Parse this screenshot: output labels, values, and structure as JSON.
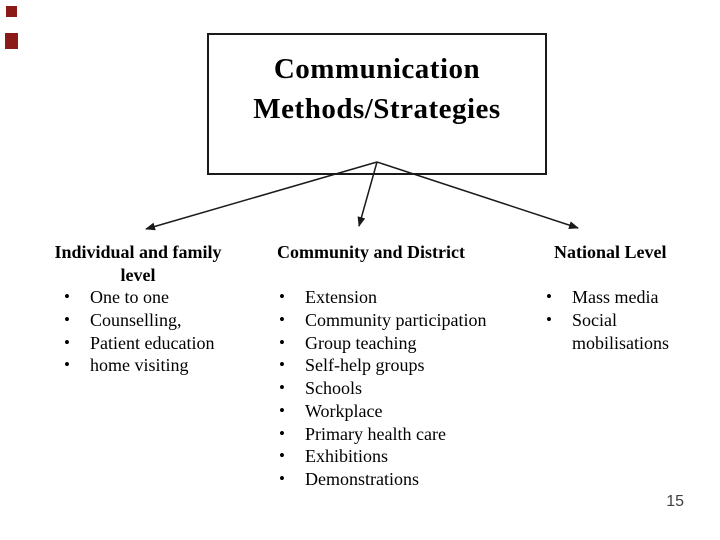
{
  "page_number": "15",
  "title": {
    "line1": "Communication",
    "line2": "Methods/Strategies"
  },
  "columns": [
    {
      "header": "Individual and family level",
      "header_lines": [
        "Individual and family",
        "level"
      ],
      "items": [
        "One to one",
        "Counselling,",
        "Patient education",
        "home visiting"
      ]
    },
    {
      "header": "Community and District",
      "items": [
        "Extension",
        "Community participation",
        "Group teaching",
        "Self-help groups",
        "Schools",
        "Workplace",
        "Primary health care",
        "Exhibitions",
        "Demonstrations"
      ]
    },
    {
      "header": "National Level",
      "items": [
        "Mass media",
        "Social mobilisations"
      ]
    }
  ],
  "bullet_glyph": "•",
  "colors": {
    "background": "#ffffff",
    "text": "#000000",
    "box_border": "#1a1a1a",
    "arrow": "#1a1a1a",
    "page_number": "#3f3f3f",
    "decoration_squares": "#8b1a17"
  }
}
